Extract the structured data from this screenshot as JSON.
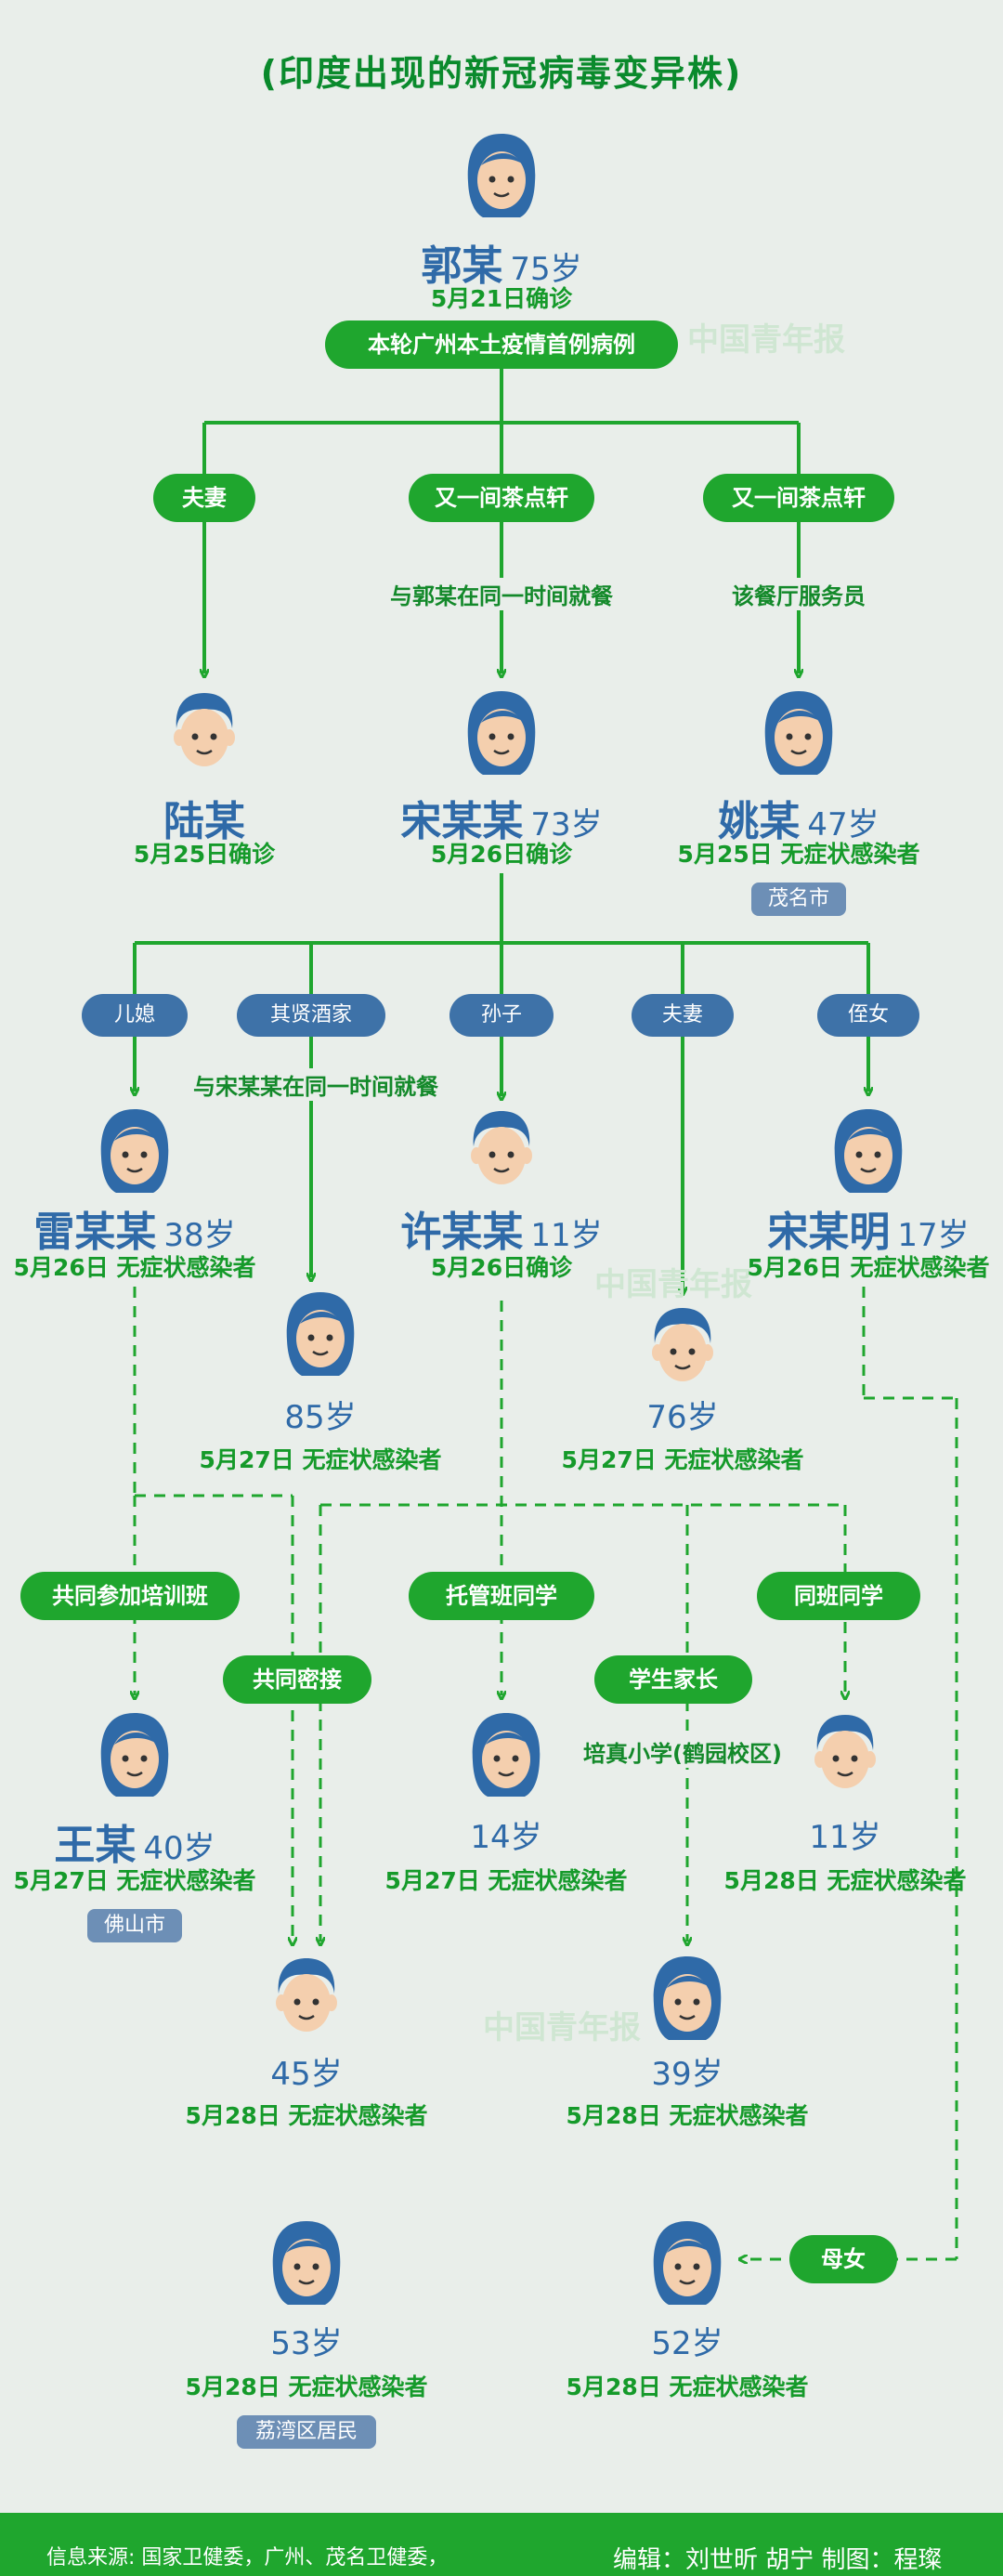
{
  "title": "(印度出现的新冠病毒变异株)",
  "top_label": "本轮广州本土疫情首例病例",
  "watermark": "中国青年报",
  "people": [
    {
      "id": "guo",
      "name": "郭某",
      "age": "75岁",
      "date": "5月21日确诊",
      "gender": "f",
      "tag": ""
    },
    {
      "id": "lu",
      "name": "陆某",
      "age": "",
      "date": "5月25日确诊",
      "gender": "m",
      "tag": ""
    },
    {
      "id": "song",
      "name": "宋某某",
      "age": "73岁",
      "date": "5月26日确诊",
      "gender": "f",
      "tag": ""
    },
    {
      "id": "yao",
      "name": "姚某",
      "age": "47岁",
      "date": "5月25日  无症状感染者",
      "gender": "f",
      "tag": "茂名市"
    },
    {
      "id": "lei",
      "name": "雷某某",
      "age": "38岁",
      "date": "5月26日  无症状感染者",
      "gender": "f",
      "tag": ""
    },
    {
      "id": "xu",
      "name": "许某某",
      "age": "11岁",
      "date": "5月26日确诊",
      "gender": "m",
      "tag": ""
    },
    {
      "id": "songm",
      "name": "宋某明",
      "age": "17岁",
      "date": "5月26日  无症状感染者",
      "gender": "f",
      "tag": ""
    },
    {
      "id": "p85",
      "name": "",
      "age": "85岁",
      "date": "5月27日  无症状感染者",
      "gender": "f",
      "tag": ""
    },
    {
      "id": "p76",
      "name": "",
      "age": "76岁",
      "date": "5月27日  无症状感染者",
      "gender": "m",
      "tag": ""
    },
    {
      "id": "wang",
      "name": "王某",
      "age": "40岁",
      "date": "5月27日  无症状感染者",
      "gender": "f",
      "tag": "佛山市"
    },
    {
      "id": "p14",
      "name": "",
      "age": "14岁",
      "date": "5月27日  无症状感染者",
      "gender": "f",
      "tag": ""
    },
    {
      "id": "p11",
      "name": "",
      "age": "11岁",
      "date": "5月28日  无症状感染者",
      "gender": "m",
      "tag": ""
    },
    {
      "id": "p45",
      "name": "",
      "age": "45岁",
      "date": "5月28日  无症状感染者",
      "gender": "m",
      "tag": ""
    },
    {
      "id": "p39",
      "name": "",
      "age": "39岁",
      "date": "5月28日  无症状感染者",
      "gender": "f",
      "tag": ""
    },
    {
      "id": "p53",
      "name": "",
      "age": "53岁",
      "date": "5月28日  无症状感染者",
      "gender": "f",
      "tag": "荔湾区居民"
    },
    {
      "id": "p52",
      "name": "",
      "age": "52岁",
      "date": "5月28日  无症状感染者",
      "gender": "f",
      "tag": ""
    }
  ],
  "relations": {
    "husband_wife_1": "夫妻",
    "teahouse_1": "又一间茶点轩",
    "teahouse_2": "又一间茶点轩",
    "daughter_in_law": "儿媳",
    "restaurant": "其贤酒家",
    "grandson": "孙子",
    "husband_wife_2": "夫妻",
    "niece": "侄女",
    "training": "共同参加培训班",
    "close_contact": "共同密接",
    "childcare": "托管班同学",
    "parent": "学生家长",
    "classmate": "同班同学",
    "mother_daughter": "母女"
  },
  "edge_texts": {
    "same_time_guo": "与郭某在同一时间就餐",
    "waiter": "该餐厅服务员",
    "same_time_song": "与宋某某在同一时间就餐",
    "school": "培真小学(鹤园校区)"
  },
  "footer": {
    "source": "信息来源:  国家卫健委，广州、茂名卫健委，",
    "credits": "编辑：刘世昕  胡宁  制图：程璨"
  },
  "colors": {
    "green": "#1fa62e",
    "blue": "#2f6aa8",
    "tag_blue": "#6d8fb6",
    "face": "#f4cfae"
  }
}
